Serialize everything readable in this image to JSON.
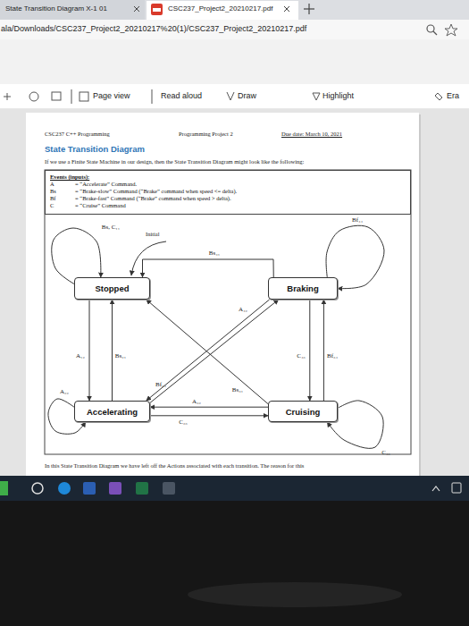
{
  "diagram": {
    "title": "State Transition Diagram",
    "nodes": [
      {
        "text": [
          "Events (inputs):",
          "A",
          "= “Accelerate” Command.",
          "Bs",
          "= “Brake-slow” Command (“Brake” command when speed <= delta).",
          "Bf",
          "= “Brake-fast” Command (“Brake” command when speed > delta).",
          "C",
          "= “Cruise” Command"
        ]
      },
      {
        "text": [
          "Stopped"
        ]
      },
      {
        "text": [
          "Braking"
        ]
      },
      {
        "text": [
          "Accelerating"
        ]
      },
      {
        "text": [
          "Cruising"
        ]
      }
    ],
    "edges": [
      {
        "from": 1,
        "to": 1,
        "label": "Bs, C₁₁",
        "arrow": "to"
      },
      {
        "from": 2,
        "to": 1,
        "label": "Bs₄₁",
        "arrow": "to"
      },
      {
        "from": 2,
        "to": 2,
        "label": "Bf₄₄",
        "arrow": "to"
      },
      {
        "from": 1,
        "to": 3,
        "label": "A₁₂",
        "arrow": "to"
      },
      {
        "from": 3,
        "to": 1,
        "label": "Bs₂₁",
        "arrow": "to"
      },
      {
        "from": 2,
        "to": 3,
        "label": "A₄₂",
        "arrow": "to"
      },
      {
        "from": 3,
        "to": 2,
        "label": "Bf₂₄",
        "arrow": "to"
      },
      {
        "from": 2,
        "to": 4,
        "label": "C₄₃",
        "arrow": "to"
      },
      {
        "from": 4,
        "to": 2,
        "label": "Bf₃₄",
        "arrow": "to"
      },
      {
        "from": 4,
        "to": 1,
        "label": "Bs₃₁",
        "arrow": "to"
      },
      {
        "from": 3,
        "to": 3,
        "label": "A₂₂",
        "arrow": "to"
      },
      {
        "from": 4,
        "to": 3,
        "label": "A₃₂",
        "arrow": "to"
      },
      {
        "from": 3,
        "to": 4,
        "label": "C₂₃",
        "arrow": "to"
      },
      {
        "from": 4,
        "to": 4,
        "label": "C₃₃",
        "arrow": "to"
      }
    ],
    "labels": [
      "State Transition Diagram X-1 01",
      "CSC237_Project2_20210217.pdf",
      "ala/Downloads/CSC237_Project2_20210217%20(1)/CSC237_Project2_20210217.pdf",
      "Page view",
      "Read aloud",
      "Draw",
      "Highlight",
      "Era",
      "CSC237 C++ Programming",
      "Programming Project 2",
      "Due date: March 10, 2021",
      "If we use a Finite State Machine in our design, then the State Transition Diagram might look like the following:",
      "Initial",
      "In this State Transition Diagram we have left off the Actions associated with each transition. The reason for this"
    ]
  }
}
